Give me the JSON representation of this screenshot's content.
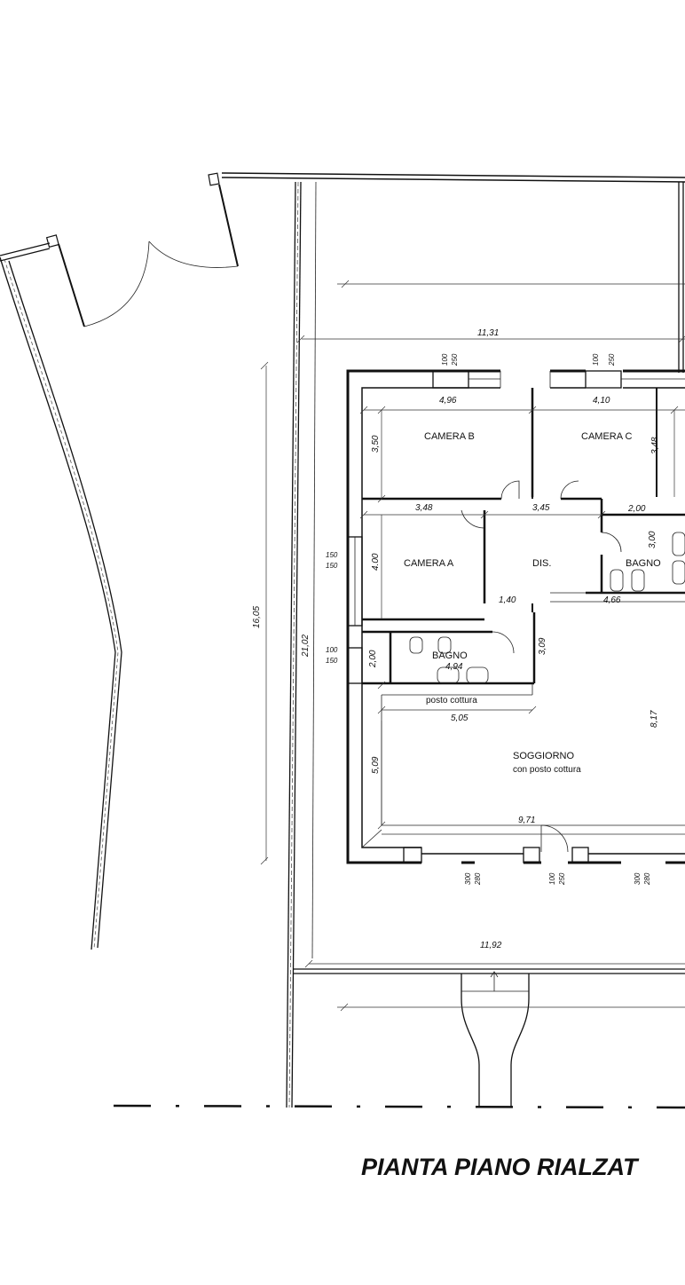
{
  "title": "PIANTA PIANO RIALZAT",
  "rooms": {
    "camera_b": "CAMERA B",
    "camera_c": "CAMERA C",
    "camera_a": "CAMERA A",
    "dis": "DIS.",
    "bagno_1": "BAGNO",
    "bagno_2": "BAGNO",
    "soggiorno": "SOGGIORNO",
    "soggiorno_sub": "con posto cottura",
    "posto_cottura": "posto cottura"
  },
  "dimensions": {
    "d_1131": "11,31",
    "d_496": "4,96",
    "d_410": "4,10",
    "d_350": "3,50",
    "d_348a": "3,48",
    "d_348b": "3,48",
    "d_345": "3,45",
    "d_200a": "2,00",
    "d_300": "3,00",
    "d_400": "4.00",
    "d_140": "1,40",
    "d_466": "4,66",
    "d_200b": "2,00",
    "d_494": "4,94",
    "d_309": "3,09",
    "d_505": "5,05",
    "d_817": "8,17",
    "d_509": "5,09",
    "d_971": "9,71",
    "d_1605": "16,05",
    "d_2102": "21,02",
    "d_1192": "11,92"
  },
  "openings": {
    "top1_a": "100",
    "top1_b": "250",
    "top2_a": "100",
    "top2_b": "250",
    "left1_a": "150",
    "left1_b": "150",
    "left2_a": "100",
    "left2_b": "150",
    "bot1_a": "300",
    "bot1_b": "280",
    "bot2_a": "100",
    "bot2_b": "250",
    "bot3_a": "300",
    "bot3_b": "280"
  }
}
